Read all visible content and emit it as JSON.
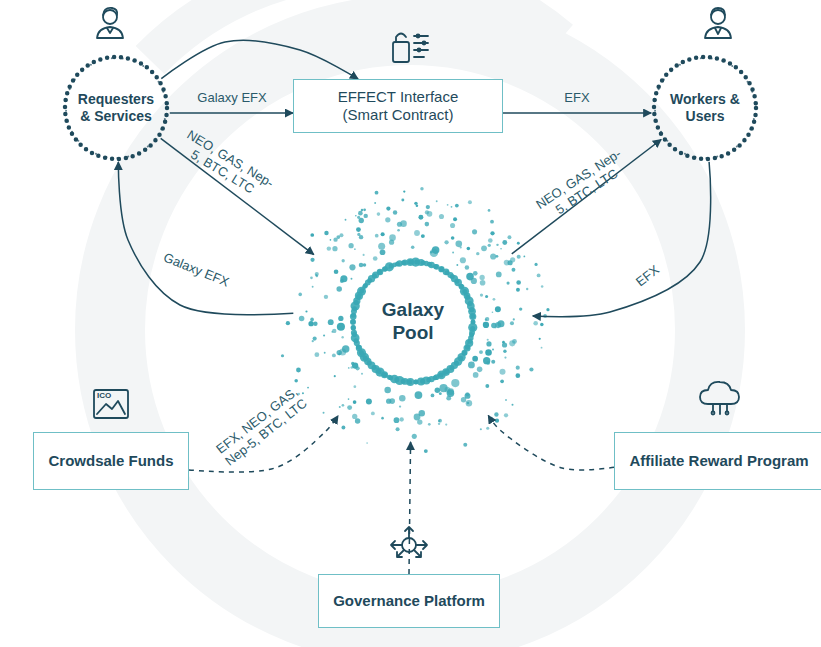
{
  "diagram": {
    "nodes": [
      {
        "text": [
          "Requesters & Services"
        ]
      },
      {
        "text": [
          "EFFECT Interface",
          "(Smart Contract)"
        ]
      },
      {
        "text": [
          "Workers & Users"
        ]
      },
      {
        "text": [
          "Galaxy Pool"
        ]
      },
      {
        "text": [
          "Crowdsale Funds"
        ]
      },
      {
        "text": [
          "Affiliate Reward Program"
        ]
      },
      {
        "text": [
          "Governance Platform"
        ]
      }
    ],
    "edges": [
      {
        "from": 0,
        "to": 1,
        "arrow": "to"
      },
      {
        "from": 0,
        "to": 1,
        "label": "Galaxy EFX",
        "arrow": "to"
      },
      {
        "from": 1,
        "to": 2,
        "label": "EFX",
        "arrow": "to"
      },
      {
        "from": 0,
        "to": 3,
        "label": "NEO, GAS, Nep-5, BTC, LTC",
        "arrow": "to"
      },
      {
        "from": 3,
        "to": 2,
        "label": "NEO, GAS, Nep-5, BTC, LTC",
        "arrow": "to"
      },
      {
        "from": 3,
        "to": 0,
        "label": "Galaxy EFX",
        "arrow": "to"
      },
      {
        "from": 2,
        "to": 3,
        "label": "EFX",
        "arrow": "to"
      },
      {
        "from": 4,
        "to": 3,
        "label": "EFX, NEO, GAS, Nep-5, BTC, LTC",
        "arrow": "to"
      },
      {
        "from": 6,
        "to": 3,
        "arrow": "to"
      },
      {
        "from": 5,
        "to": 3,
        "arrow": "to"
      }
    ],
    "labels": [
      "ICO"
    ]
  }
}
